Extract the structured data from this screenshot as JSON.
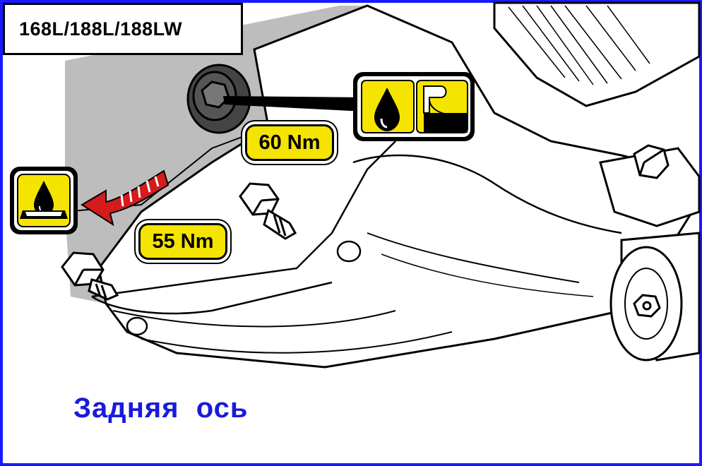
{
  "model_label": "168L/188L/188LW",
  "torque_labels": {
    "upper": "60 Nm",
    "lower": "55 Nm"
  },
  "caption": "Задняя  ось",
  "icons": {
    "oil_fill_plug": "oil-drop-fill-level-icon",
    "oil_drain_plug": "oil-drop-drain-pan-icon",
    "direction": "curved-red-arrow-icon"
  },
  "colors": {
    "frame": "#1a1aff",
    "caption": "#1a1adc",
    "label_fill": "#f5e400",
    "arrow": "#d41c1c",
    "housing_shade": "#bdbdbd"
  }
}
